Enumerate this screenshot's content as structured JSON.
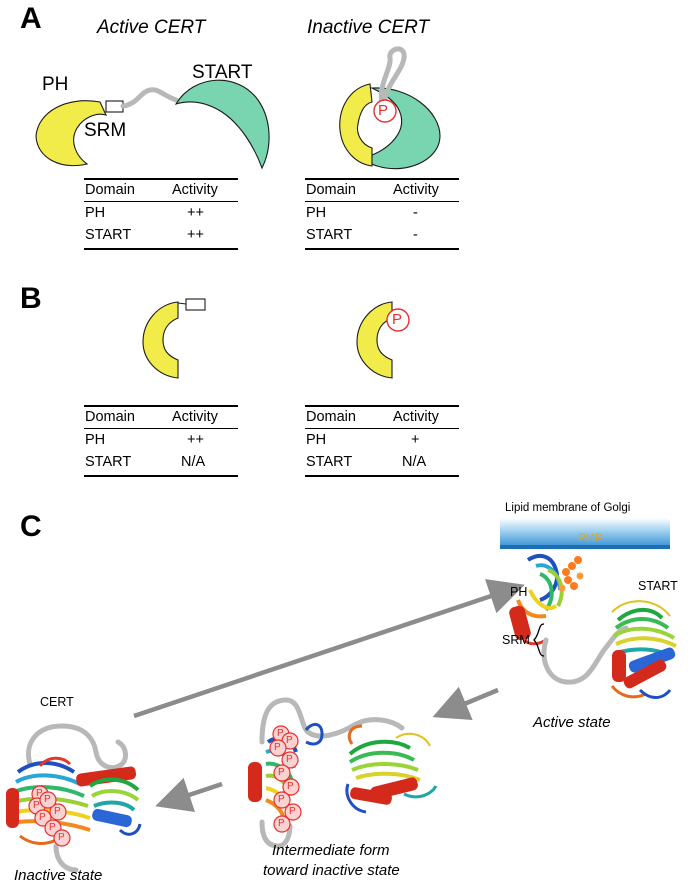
{
  "panels": {
    "a": {
      "letter": "A",
      "active": {
        "title": "Active CERT",
        "labels": {
          "ph": "PH",
          "srm": "SRM",
          "start": "START"
        },
        "table": {
          "headers": [
            "Domain",
            "Activity"
          ],
          "rows": [
            [
              "PH",
              "++"
            ],
            [
              "START",
              "++"
            ]
          ]
        }
      },
      "inactive": {
        "title": "Inactive CERT",
        "phospho": "P",
        "table": {
          "headers": [
            "Domain",
            "Activity"
          ],
          "rows": [
            [
              "PH",
              "-"
            ],
            [
              "START",
              "-"
            ]
          ]
        }
      }
    },
    "b": {
      "letter": "B",
      "phospho": "P",
      "left_table": {
        "headers": [
          "Domain",
          "Activity"
        ],
        "rows": [
          [
            "PH",
            "++"
          ],
          [
            "START",
            "N/A"
          ]
        ]
      },
      "right_table": {
        "headers": [
          "Domain",
          "Activity"
        ],
        "rows": [
          [
            "PH",
            "+"
          ],
          [
            "START",
            "N/A"
          ]
        ]
      }
    },
    "c": {
      "letter": "C",
      "membrane_label": "Lipid membrane of Golgi",
      "pi4p_label": "PI4P",
      "ph_label": "PH",
      "start_label": "START",
      "srm_label": "SRM",
      "cert_label": "CERT",
      "phospho": "P",
      "active_caption": "Active state",
      "intermediate_caption_line1": "Intermediate form",
      "intermediate_caption_line2": "toward inactive state",
      "inactive_caption": "Inactive state"
    }
  },
  "colors": {
    "ph_domain": "#f2ec4a",
    "start_domain": "#79d4b0",
    "linker": "#b8b8b8",
    "phospho": "#e8302c",
    "arrow": "#8c8c8c",
    "membrane_top": "#ffffff",
    "membrane_bottom": "#2f8ad0",
    "pi4p": "#e0a31a"
  }
}
